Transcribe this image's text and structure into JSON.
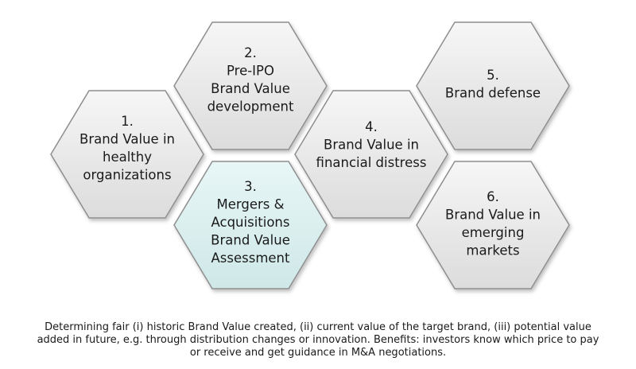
{
  "hexagons": [
    {
      "id": "hex-1",
      "lines": [
        "1.",
        "Brand Value in",
        "healthy",
        "organizations"
      ],
      "highlighted": false
    },
    {
      "id": "hex-2",
      "lines": [
        "2.",
        "Pre-IPO",
        "Brand Value",
        "development"
      ],
      "highlighted": false
    },
    {
      "id": "hex-3",
      "lines": [
        "3.",
        "Mergers &",
        "Acquisitions",
        "Brand Value",
        "Assessment"
      ],
      "highlighted": true
    },
    {
      "id": "hex-4",
      "lines": [
        "4.",
        "Brand Value in",
        "financial distress"
      ],
      "highlighted": false
    },
    {
      "id": "hex-5",
      "lines": [
        "5.",
        "Brand defense"
      ],
      "highlighted": false
    },
    {
      "id": "hex-6",
      "lines": [
        "6.",
        "Brand Value in",
        "emerging",
        "markets"
      ],
      "highlighted": false
    }
  ],
  "caption": "Determining fair (i) historic Brand Value created, (ii) current value of the target brand, (iii) potential value added in future, e.g. through distribution changes or innovation. Benefits: investors know which price to pay or receive and get guidance in M&A negotiations.",
  "colors": {
    "hex_fill": "#ebebeb",
    "hex_fill_highlight": "#ddf0f0",
    "hex_border": "#8e8e8e",
    "text": "#1a1a1a"
  }
}
